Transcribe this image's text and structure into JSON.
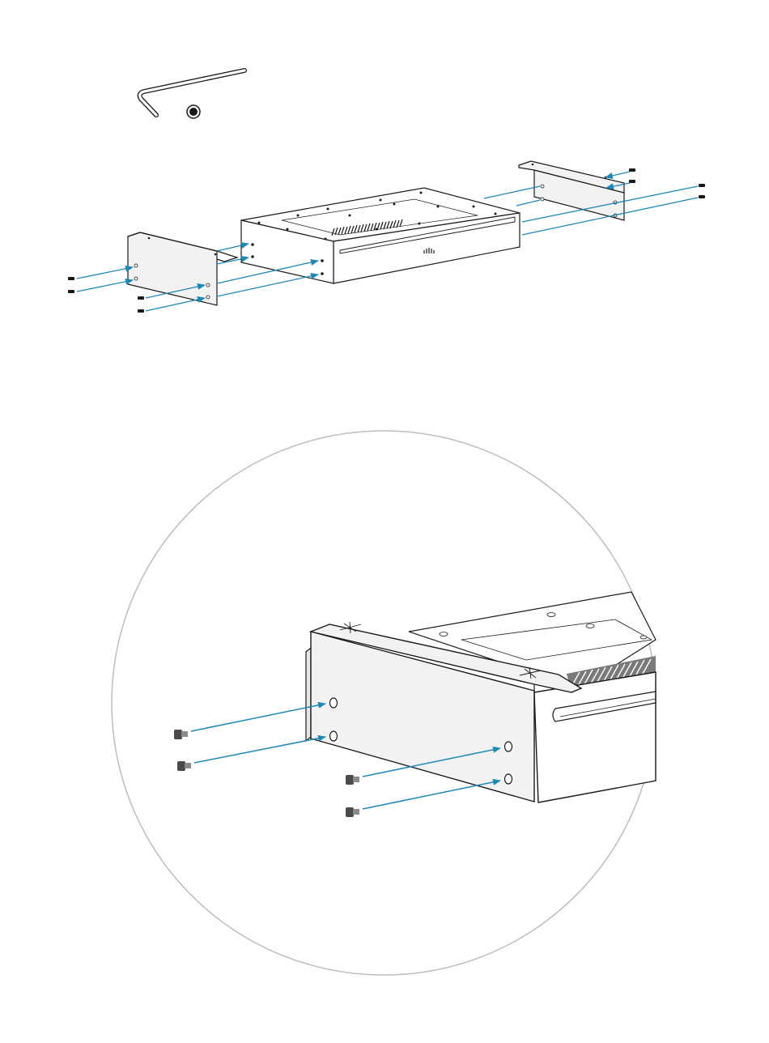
{
  "figure": {
    "subject": "rack-mount-bracket-installation",
    "colors": {
      "arrow": "#1f87b4",
      "outline": "#1a1a1a",
      "bracket_fill": "#f2f2f2",
      "chassis_fill": "#ffffff",
      "magnify_circle": "#bdbdbd",
      "screw_fill": "#4a4a4a"
    },
    "icons": [
      "hex-key-icon",
      "screw-icon",
      "bracket-icon",
      "chassis-icon",
      "logo-icon"
    ],
    "steps": [
      {
        "name": "overview",
        "screws_per_bracket": 4
      },
      {
        "name": "detail",
        "screws_shown": 4
      }
    ]
  }
}
